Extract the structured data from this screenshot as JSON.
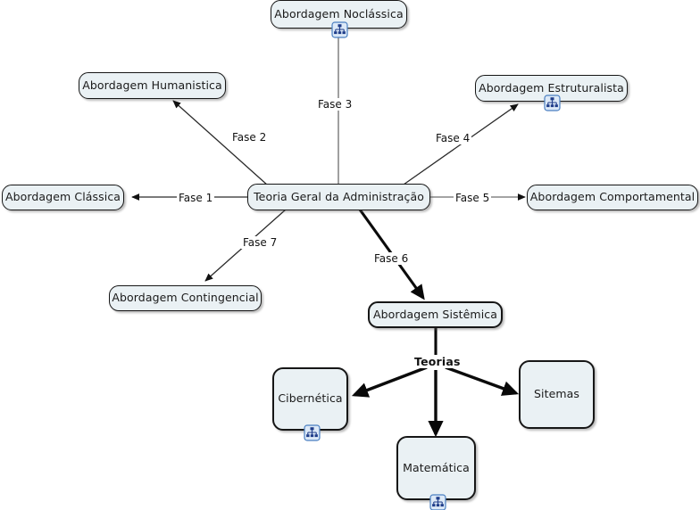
{
  "diagram": {
    "title": "Teoria Geral da Administração",
    "type": "concept-map",
    "colors": {
      "node_fill": "#eaf1f4",
      "node_border": "#161616",
      "edge": "#2a2a2a",
      "text": "#1a1a1a",
      "icon_accent": "#1f3d8a",
      "icon_frame": "#4a7fc1"
    }
  },
  "nodes": {
    "central": {
      "label": "Teoria Geral da Administração",
      "has_icon": false
    },
    "noclassica": {
      "label": "Abordagem Noclássica",
      "has_icon": true
    },
    "humanistica": {
      "label": "Abordagem Humanistica",
      "has_icon": false
    },
    "estruturalista": {
      "label": "Abordagem Estruturalista",
      "has_icon": true
    },
    "classica": {
      "label": "Abordagem Clássica",
      "has_icon": false
    },
    "comportamental": {
      "label": "Abordagem Comportamental",
      "has_icon": false
    },
    "contingencial": {
      "label": "Abordagem Contingencial",
      "has_icon": false
    },
    "sistemica": {
      "label": "Abordagem Sistêmica",
      "has_icon": false
    },
    "cibernetica": {
      "label": "Cibernética",
      "has_icon": true
    },
    "matematica": {
      "label": "Matemática",
      "has_icon": true
    },
    "sitemas": {
      "label": "Sitemas",
      "has_icon": false
    }
  },
  "edges": {
    "fase1": {
      "label": "Fase 1",
      "from": "central",
      "to": "classica"
    },
    "fase2": {
      "label": "Fase 2",
      "from": "central",
      "to": "humanistica"
    },
    "fase3": {
      "label": "Fase 3",
      "from": "central",
      "to": "noclassica"
    },
    "fase4": {
      "label": "Fase 4",
      "from": "central",
      "to": "estruturalista"
    },
    "fase5": {
      "label": "Fase 5",
      "from": "central",
      "to": "comportamental"
    },
    "fase6": {
      "label": "Fase 6",
      "from": "central",
      "to": "sistemica"
    },
    "fase7": {
      "label": "Fase 7",
      "from": "central",
      "to": "contingencial"
    },
    "teorias": {
      "label": "Teorias",
      "from": "sistemica",
      "to": "cibernetica, matematica, sitemas"
    }
  },
  "icons": {
    "org_chart": "org-chart-icon"
  }
}
